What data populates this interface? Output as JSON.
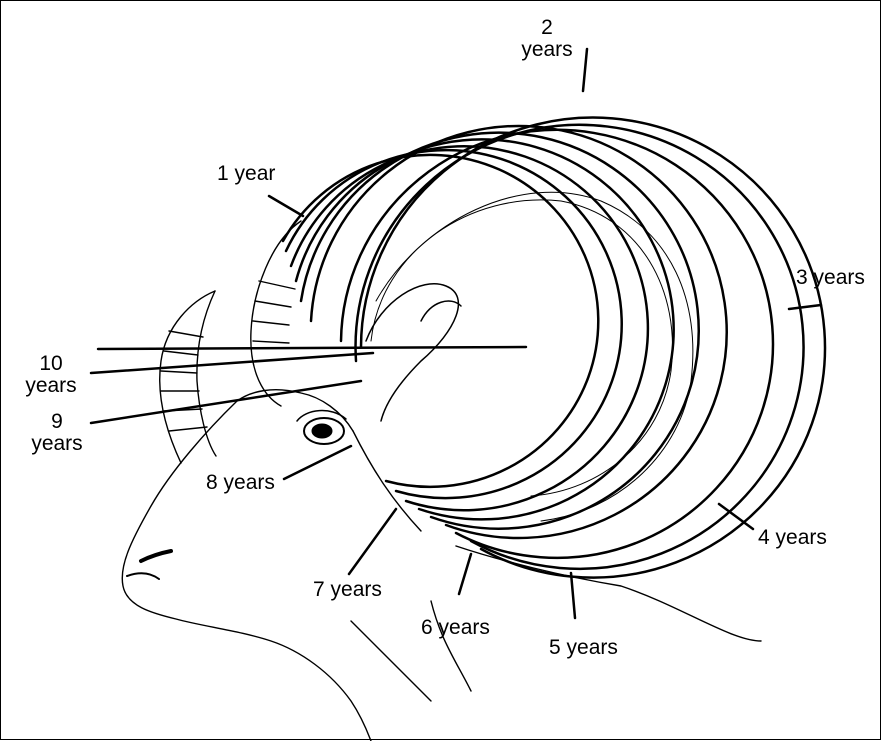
{
  "labels": {
    "y1": "1 year",
    "y2": "2\nyears",
    "y3": "3 years",
    "y4": "4 years",
    "y5": "5 years",
    "y6": "6 years",
    "y7": "7 years",
    "y8": "8 years",
    "y9": "9\nyears",
    "y10": "10\nyears"
  },
  "colors": {
    "ink": "#000000",
    "paper": "#ffffff"
  }
}
